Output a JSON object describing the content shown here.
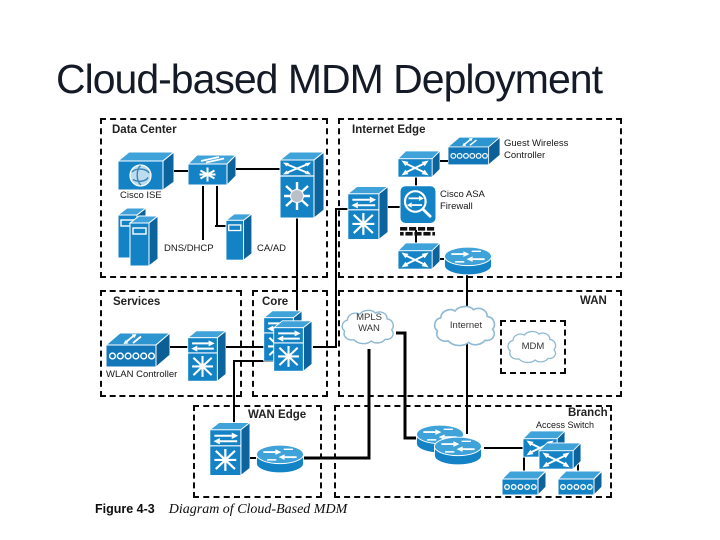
{
  "slide": {
    "title": "Cloud-based MDM Deployment"
  },
  "figure_caption": {
    "label": "Figure 4-3",
    "title": "Diagram of Cloud-Based MDM"
  },
  "sections": {
    "data_center": {
      "label": "Data Center"
    },
    "internet_edge": {
      "label": "Internet Edge"
    },
    "services": {
      "label": "Services"
    },
    "core": {
      "label": "Core"
    },
    "wan": {
      "label": "WAN"
    },
    "wan_edge": {
      "label": "WAN Edge"
    },
    "branch": {
      "label": "Branch"
    }
  },
  "devices": {
    "cisco_ise": {
      "label": "Cisco ISE",
      "icon": "ise-appliance-icon"
    },
    "dns_dhcp": {
      "label": "DNS/DHCP",
      "icon": "server-tower-icon"
    },
    "ca_ad": {
      "label": "CA/AD",
      "icon": "server-tower-icon"
    },
    "guest_wireless_controller": {
      "label_line1": "Guest Wireless",
      "label_line2": "Controller",
      "icon": "wireless-controller-icon"
    },
    "cisco_asa": {
      "label_line1": "Cisco ASA",
      "label_line2": "Firewall",
      "icon": "firewall-icon"
    },
    "wlan_controller": {
      "label": "WLAN Controller",
      "icon": "wireless-controller-icon"
    },
    "access_switch": {
      "label": "Access Switch",
      "icon": "switch-stack-icon"
    }
  },
  "clouds": {
    "mpls_wan": {
      "label_line1": "MPLS",
      "label_line2": "WAN"
    },
    "internet": {
      "label": "Internet"
    },
    "mdm": {
      "label": "MDM"
    }
  },
  "colors": {
    "device_blue": "#1483c5",
    "device_blue_light": "#3fa3d9",
    "device_blue_dark": "#0c649e",
    "cloud_stroke": "#8fb9d4",
    "connection_line": "#000000",
    "title_text": "#141a26"
  }
}
